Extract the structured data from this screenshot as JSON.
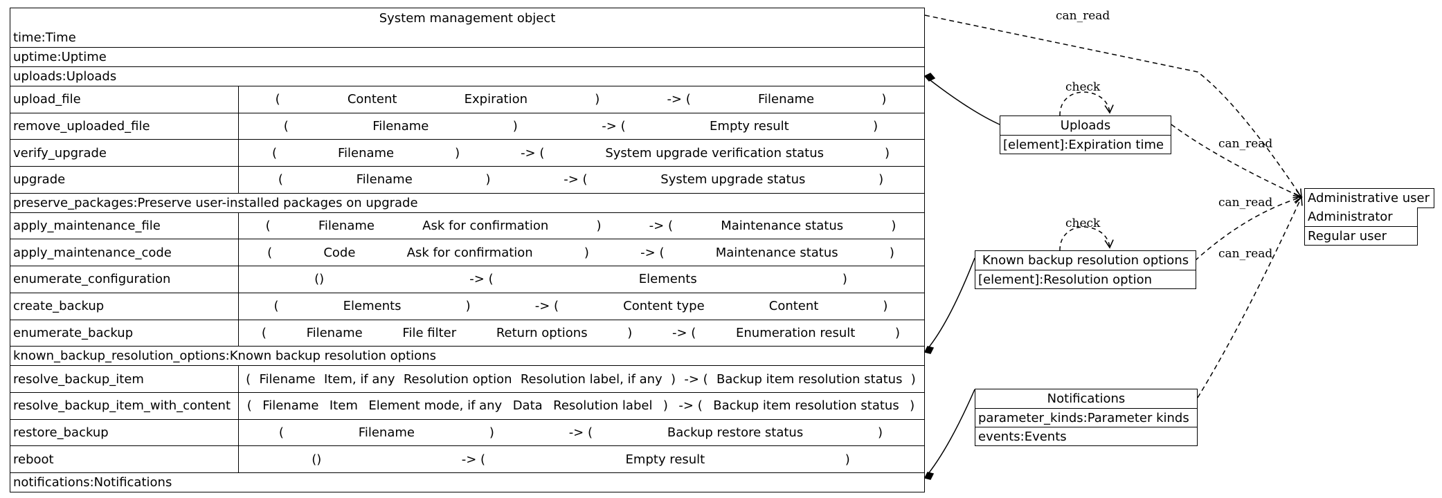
{
  "main": {
    "title": "System management object",
    "rows": [
      {
        "kind": "attr",
        "text": "time:Time"
      },
      {
        "kind": "attr",
        "text": "uptime:Uptime"
      },
      {
        "kind": "attr",
        "text": "uploads:Uploads"
      },
      {
        "kind": "method",
        "name": "upload_file",
        "sig": [
          "(",
          "Content",
          "Expiration",
          ")",
          "-> (",
          "Filename",
          ")"
        ]
      },
      {
        "kind": "method",
        "name": "remove_uploaded_file",
        "sig": [
          "(",
          "Filename",
          ")",
          "-> (",
          "Empty result",
          ")"
        ]
      },
      {
        "kind": "method",
        "name": "verify_upgrade",
        "sig": [
          "(",
          "Filename",
          ")",
          "-> (",
          "System upgrade verification status",
          ")"
        ]
      },
      {
        "kind": "method",
        "name": "upgrade",
        "sig": [
          "(",
          "Filename",
          ")",
          "-> (",
          "System upgrade status",
          ")"
        ]
      },
      {
        "kind": "attr",
        "text": "preserve_packages:Preserve user-installed packages on upgrade"
      },
      {
        "kind": "method",
        "name": "apply_maintenance_file",
        "sig": [
          "(",
          "Filename",
          "Ask for confirmation",
          ")",
          "-> (",
          "Maintenance status",
          ")"
        ]
      },
      {
        "kind": "method",
        "name": "apply_maintenance_code",
        "sig": [
          "(",
          "Code",
          "Ask for confirmation",
          ")",
          "-> (",
          "Maintenance status",
          ")"
        ]
      },
      {
        "kind": "method",
        "name": "enumerate_configuration",
        "sig": [
          "()",
          "-> (",
          "Elements",
          ")"
        ]
      },
      {
        "kind": "method",
        "name": "create_backup",
        "sig": [
          "(",
          "Elements",
          ")",
          "-> (",
          "Content type",
          "Content",
          ")"
        ]
      },
      {
        "kind": "method",
        "name": "enumerate_backup",
        "sig": [
          "(",
          "Filename",
          "File filter",
          "Return options",
          ")",
          "-> (",
          "Enumeration result",
          ")"
        ]
      },
      {
        "kind": "attr",
        "text": "known_backup_resolution_options:Known backup resolution options"
      },
      {
        "kind": "method",
        "name": "resolve_backup_item",
        "sig": [
          "(",
          "Filename",
          "Item, if any",
          "Resolution option",
          "Resolution label, if any",
          ")",
          "-> (",
          "Backup item resolution status",
          ")"
        ]
      },
      {
        "kind": "method",
        "name": "resolve_backup_item_with_content",
        "sig": [
          "(",
          "Filename",
          "Item",
          "Element mode, if any",
          "Data",
          "Resolution label",
          ")",
          "-> (",
          "Backup item resolution status",
          ")"
        ]
      },
      {
        "kind": "method",
        "name": "restore_backup",
        "sig": [
          "(",
          "Filename",
          ")",
          "-> (",
          "Backup restore status",
          ")"
        ]
      },
      {
        "kind": "method",
        "name": "reboot",
        "sig": [
          "()",
          "-> (",
          "Empty result",
          ")"
        ]
      },
      {
        "kind": "attr",
        "text": "notifications:Notifications"
      }
    ]
  },
  "uploads": {
    "title": "Uploads",
    "rows": [
      "[element]:Expiration time"
    ]
  },
  "known_backup": {
    "title": "Known backup resolution options",
    "rows": [
      "[element]:Resolution option"
    ]
  },
  "notifications": {
    "title": "Notifications",
    "rows": [
      "parameter_kinds:Parameter kinds",
      "events:Events"
    ]
  },
  "admin_user": {
    "title": "Administrative user",
    "rows": [
      "Administrator",
      "Regular user"
    ]
  },
  "edges": {
    "can_read_main": "can_read",
    "can_read_uploads": "can_read",
    "can_read_known_backup": "can_read",
    "can_read_notifications": "can_read",
    "check_uploads": "check",
    "check_known_backup": "check"
  }
}
